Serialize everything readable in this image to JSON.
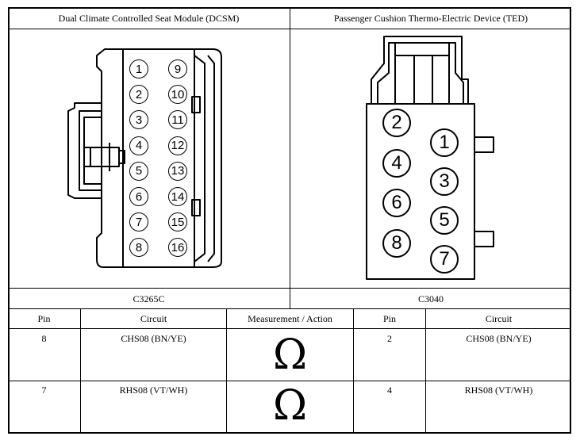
{
  "panels": {
    "left_title": "Dual Climate Controlled Seat Module (DCSM)",
    "right_title": "Passenger Cushion Thermo-Electric Device (TED)",
    "left_connector": "C3265C",
    "right_connector": "C3040"
  },
  "dcsm_pins": [
    "1",
    "2",
    "3",
    "4",
    "5",
    "6",
    "7",
    "8",
    "9",
    "10",
    "11",
    "12",
    "13",
    "14",
    "15",
    "16"
  ],
  "ted_pins_left": [
    "2",
    "4",
    "6",
    "8"
  ],
  "ted_pins_right": [
    "1",
    "3",
    "5",
    "7"
  ],
  "table": {
    "headers": {
      "pin_a": "Pin",
      "circuit_a": "Circuit",
      "measurement": "Measurement / Action",
      "pin_b": "Pin",
      "circuit_b": "Circuit"
    },
    "rows": [
      {
        "pin_a": "8",
        "circuit_a": "CHS08 (BN/YE)",
        "measurement": "Ω",
        "pin_b": "2",
        "circuit_b": "CHS08 (BN/YE)"
      },
      {
        "pin_a": "7",
        "circuit_a": "RHS08 (VT/WH)",
        "measurement": "Ω",
        "pin_b": "4",
        "circuit_b": "RHS08 (VT/WH)"
      }
    ]
  }
}
